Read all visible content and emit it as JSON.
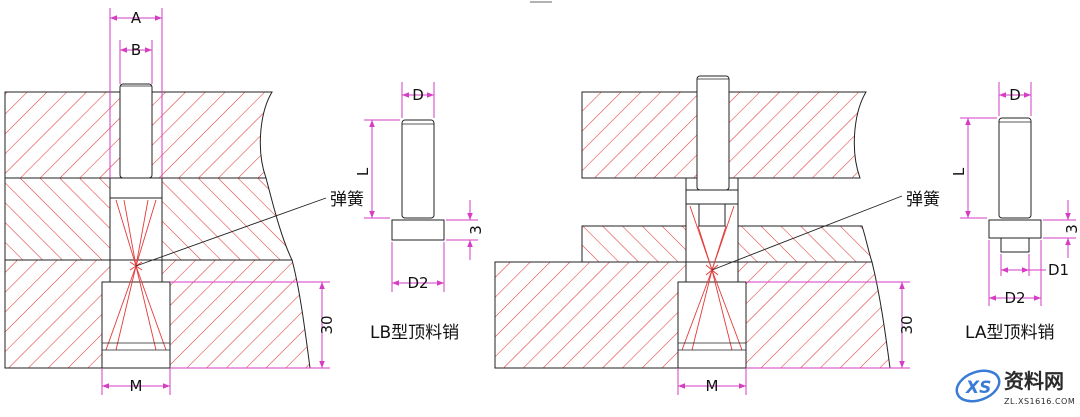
{
  "colors": {
    "hatch": "#e23a3a",
    "dimension": "#d63cc4",
    "outline": "#222222",
    "pin": "#ffffff"
  },
  "left_assembly": {
    "dims": {
      "a": "A",
      "b": "B",
      "m": "M",
      "thirty": "30"
    },
    "spring_label": "弹簧"
  },
  "lb_pin": {
    "dims": {
      "d": "D",
      "l": "L",
      "d2": "D2",
      "three": "3"
    },
    "caption": "LB型顶料销"
  },
  "right_assembly": {
    "dims": {
      "m": "M",
      "thirty": "30"
    },
    "spring_label": "弹簧"
  },
  "la_pin": {
    "dims": {
      "d": "D",
      "l": "L",
      "three": "3",
      "d1": "D1",
      "d2": "D2"
    },
    "caption": "LA型顶料销"
  },
  "watermark": {
    "brand": "资料网",
    "url": "ZL.XS1616.COM"
  }
}
